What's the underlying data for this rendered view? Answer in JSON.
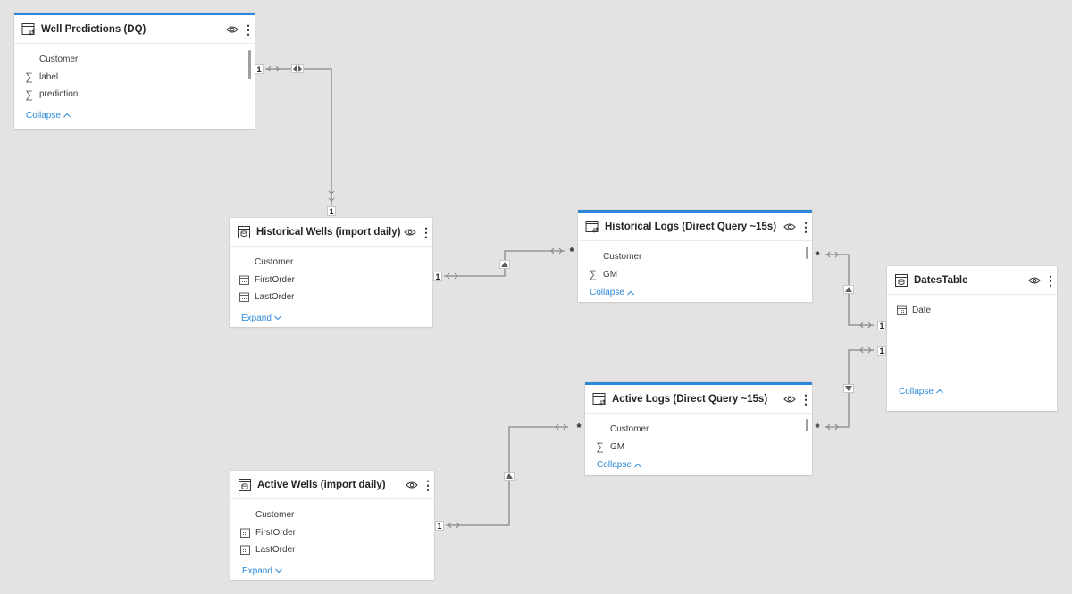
{
  "tables": {
    "well_predictions": {
      "title": "Well Predictions (DQ)",
      "fields": [
        "Customer",
        "label",
        "prediction"
      ],
      "toggle": "Collapse"
    },
    "historical_wells": {
      "title": "Historical Wells (import daily)",
      "fields": [
        "Customer",
        "FirstOrder",
        "LastOrder"
      ],
      "toggle": "Expand"
    },
    "historical_logs": {
      "title": "Historical Logs (Direct Query ~15s)",
      "fields": [
        "Customer",
        "GM"
      ],
      "toggle": "Collapse"
    },
    "dates_table": {
      "title": "DatesTable",
      "fields": [
        "Date"
      ],
      "toggle": "Collapse"
    },
    "active_logs": {
      "title": "Active Logs (Direct Query ~15s)",
      "fields": [
        "Customer",
        "GM"
      ],
      "toggle": "Collapse"
    },
    "active_wells": {
      "title": "Active Wells (import daily)",
      "fields": [
        "Customer",
        "FirstOrder",
        "LastOrder"
      ],
      "toggle": "Expand"
    }
  },
  "cardinality": {
    "one": "1",
    "many": "*"
  },
  "colors": {
    "accent": "#2b88d8",
    "canvas": "#e4e3e1",
    "link": "#2b88d8",
    "wire": "#8a8886"
  }
}
